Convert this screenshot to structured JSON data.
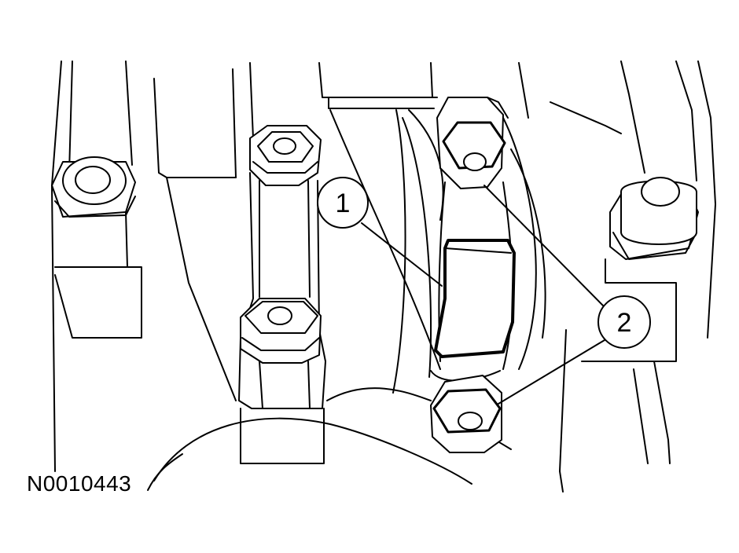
{
  "figure_id": "N0010443",
  "callouts": [
    {
      "label": "1"
    },
    {
      "label": "2"
    }
  ]
}
